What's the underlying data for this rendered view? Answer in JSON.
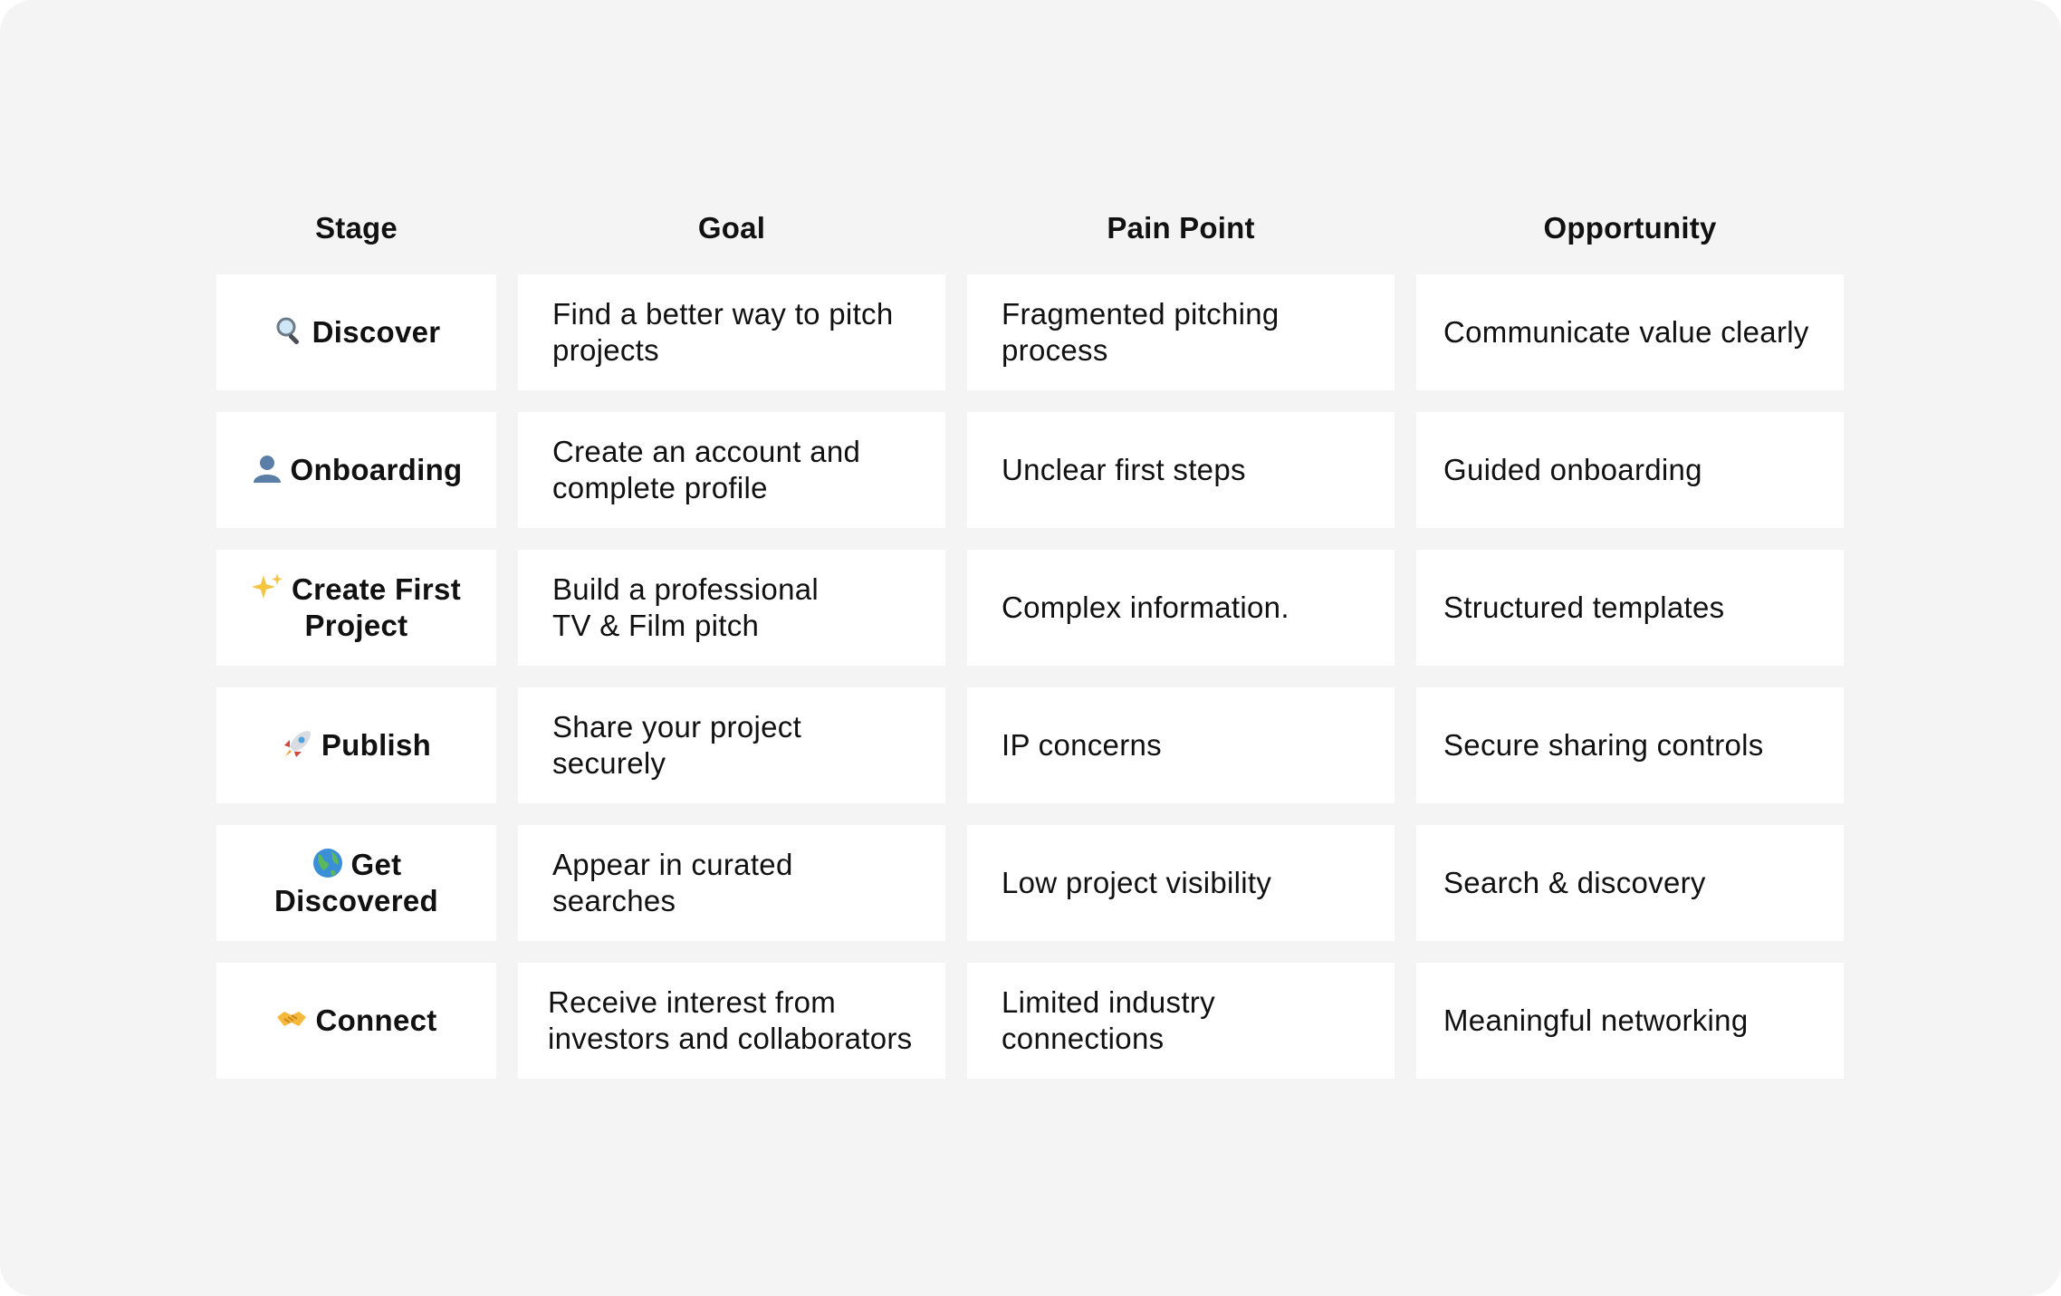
{
  "headers": {
    "stage": "Stage",
    "goal": "Goal",
    "pain_point": "Pain Point",
    "opportunity": "Opportunity"
  },
  "rows": [
    {
      "icon": "magnifying-glass-icon",
      "stage": "Discover",
      "goal": "Find a better way to pitch projects",
      "pain_point": "Fragmented pitching process",
      "opportunity": "Communicate value clearly"
    },
    {
      "icon": "user-silhouette-icon",
      "stage": "Onboarding",
      "goal": "Create an account and complete profile",
      "pain_point": "Unclear first steps",
      "opportunity": "Guided onboarding"
    },
    {
      "icon": "sparkles-icon",
      "stage": "Create First Project",
      "goal": "Build a professional TV & Film pitch",
      "pain_point": "Complex information.",
      "opportunity": "Structured templates"
    },
    {
      "icon": "rocket-icon",
      "stage": "Publish",
      "goal": "Share your project securely",
      "pain_point": "IP concerns",
      "opportunity": "Secure sharing controls"
    },
    {
      "icon": "globe-icon",
      "stage": "Get Discovered",
      "goal": "Appear in curated searches",
      "pain_point": "Low project visibility",
      "opportunity": "Search & discovery"
    },
    {
      "icon": "handshake-icon",
      "stage": "Connect",
      "goal": "Receive interest from investors and collaborators",
      "pain_point": "Limited industry connections",
      "opportunity": "Meaningful networking"
    }
  ],
  "colors": {
    "background": "#f4f4f4",
    "cell": "#ffffff",
    "text": "#111111"
  }
}
